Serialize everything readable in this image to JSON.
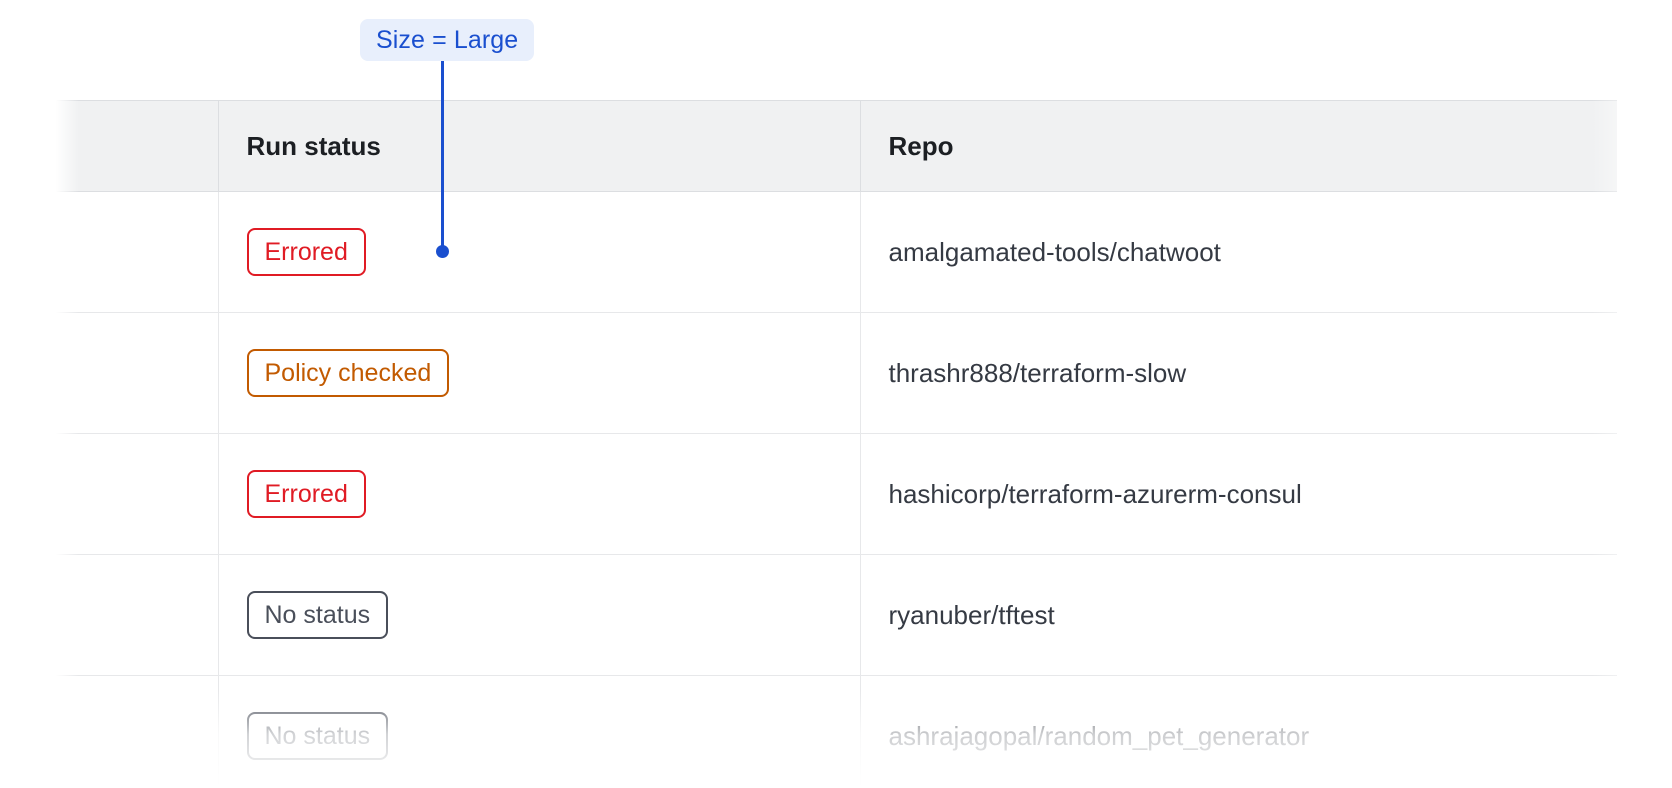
{
  "annotation": {
    "label": "Size = Large",
    "accent_color": "#1a4fcf",
    "background_color": "#e8effc"
  },
  "table": {
    "columns": [
      {
        "key": "spacer",
        "label": ""
      },
      {
        "key": "run_status",
        "label": "Run status"
      },
      {
        "key": "repo",
        "label": "Repo"
      }
    ],
    "rows": [
      {
        "run_status": "Errored",
        "repo": "amalgamated-tools/chatwoot"
      },
      {
        "run_status": "Policy checked",
        "repo": "thrashr888/terraform-slow"
      },
      {
        "run_status": "Errored",
        "repo": "hashicorp/terraform-azurerm-consul"
      },
      {
        "run_status": "No status",
        "repo": "ryanuber/tftest"
      },
      {
        "run_status": "No status",
        "repo": "ashrajagopal/random_pet_generator"
      }
    ]
  },
  "status_colors": {
    "errored": "#e01b24",
    "policy_checked": "#c25a00",
    "no_status": "#4a4f5a"
  }
}
